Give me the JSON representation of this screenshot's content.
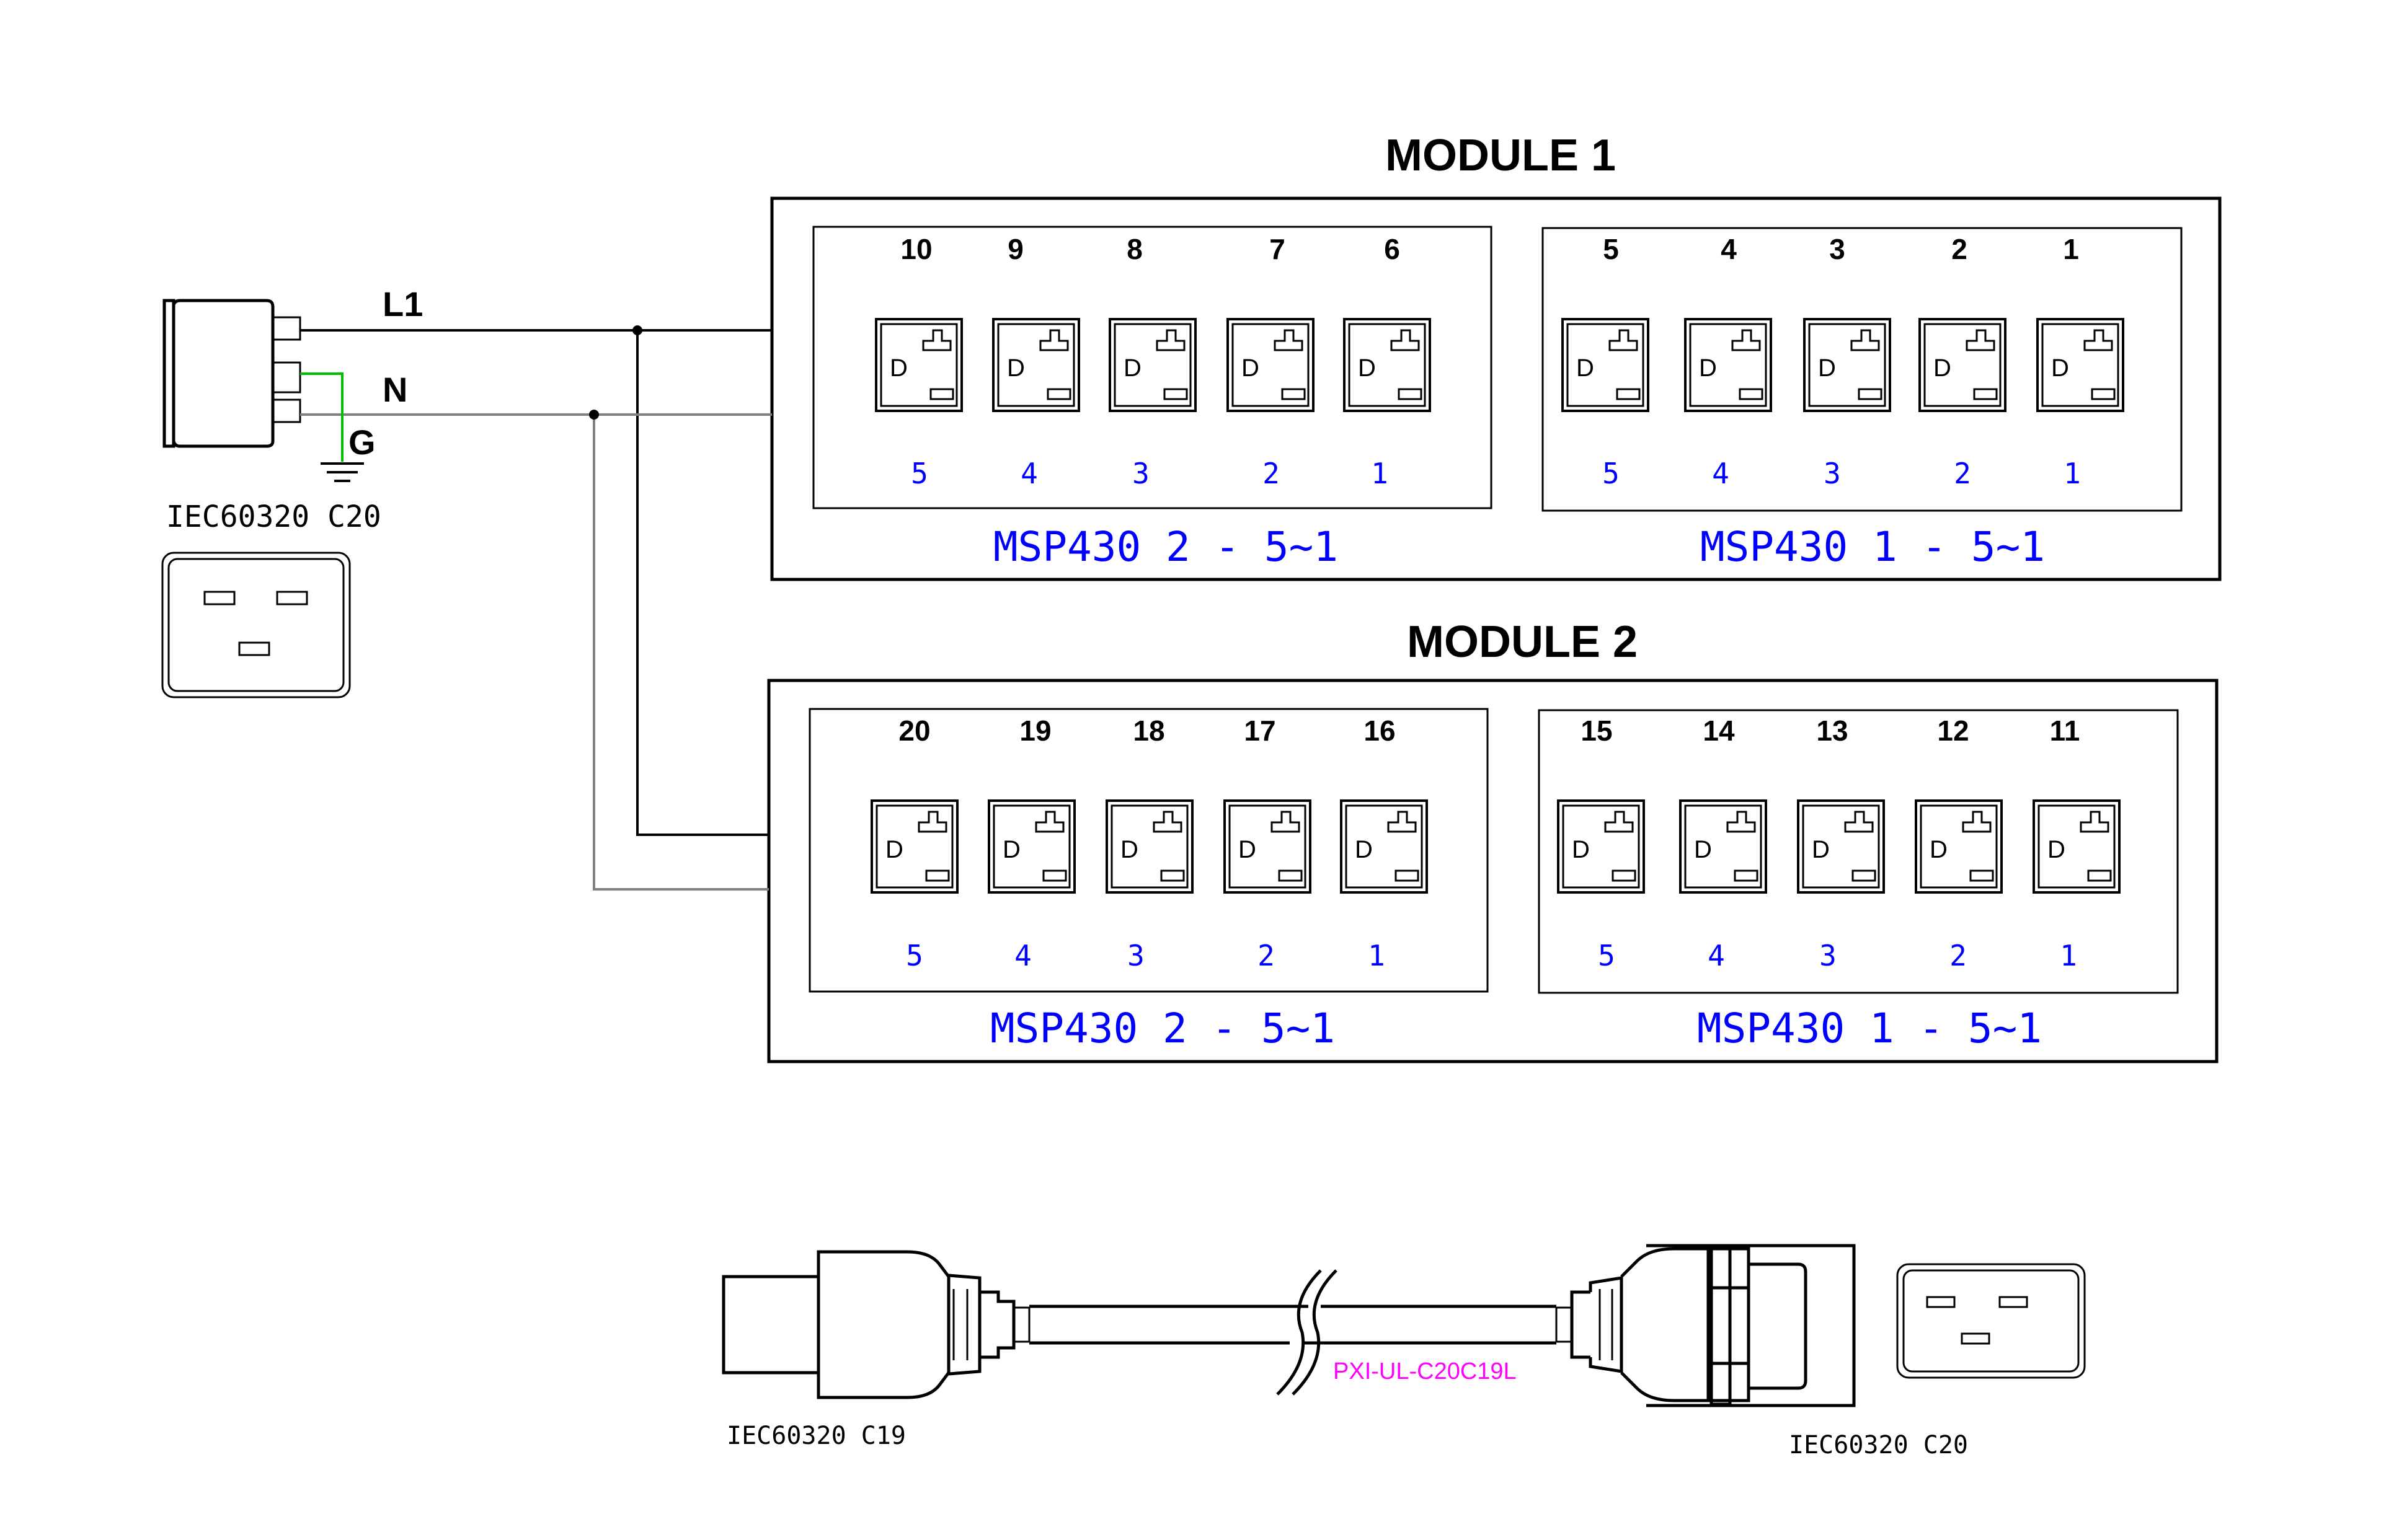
{
  "modules": [
    {
      "title": "MODULE 1",
      "banks": [
        {
          "caption": "MSP430 2 - 5~1",
          "numbers": [
            "10",
            "9",
            "8",
            "7",
            "6"
          ],
          "subs": [
            "5",
            "4",
            "3",
            "2",
            "1"
          ]
        },
        {
          "caption": "MSP430 1 - 5~1",
          "numbers": [
            "5",
            "4",
            "3",
            "2",
            "1"
          ],
          "subs": [
            "5",
            "4",
            "3",
            "2",
            "1"
          ]
        }
      ]
    },
    {
      "title": "MODULE 2",
      "banks": [
        {
          "caption": "MSP430 2 - 5~1",
          "numbers": [
            "20",
            "19",
            "18",
            "17",
            "16"
          ],
          "subs": [
            "5",
            "4",
            "3",
            "2",
            "1"
          ]
        },
        {
          "caption": "MSP430 1 - 5~1",
          "numbers": [
            "15",
            "14",
            "13",
            "12",
            "11"
          ],
          "subs": [
            "5",
            "4",
            "3",
            "2",
            "1"
          ]
        }
      ]
    }
  ],
  "outlet_glyph": "D",
  "wires": {
    "l1": "L1",
    "n": "N",
    "g": "G"
  },
  "inlet": {
    "label": "IEC60320 C20"
  },
  "cable": {
    "left_label": "IEC60320 C19",
    "right_label": "IEC60320 C20",
    "part_number": "PXI-UL-C20C19L"
  },
  "colors": {
    "caption": "#0000ff",
    "ground": "#00c000",
    "neutral": "#808080",
    "part": "#ff00ff"
  }
}
